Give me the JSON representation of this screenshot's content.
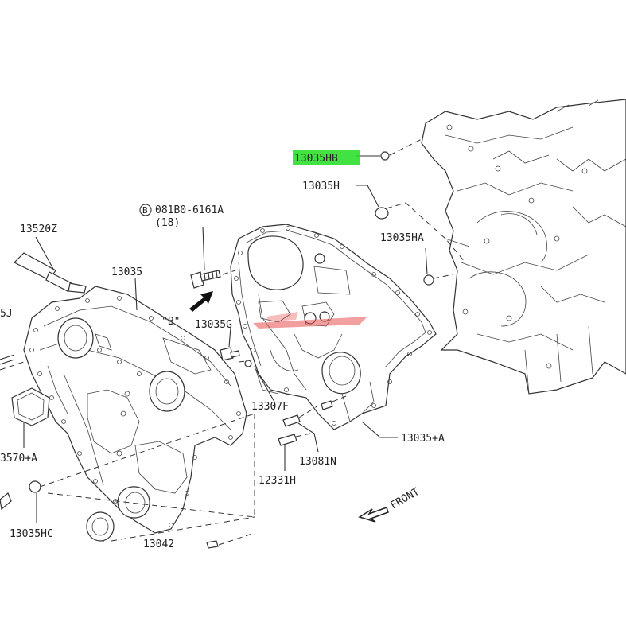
{
  "highlight_color": "#22dd22",
  "labels": {
    "p13035HB": "13035HB",
    "p13035H": "13035H",
    "p13035HA": "13035HA",
    "bolt_spec": "081B0-6161A",
    "bolt_qty": "(18)",
    "bolt_circle": "B",
    "p13520Z": "13520Z",
    "p13035": "13035",
    "view_b": "\"B\"",
    "p13035G": "13035G",
    "p5J": "5J",
    "p13307F": "13307F",
    "p13035A": "13035+A",
    "p13081N": "13081N",
    "p3570A": "3570+A",
    "p12331H": "12331H",
    "p13035HC": "13035HC",
    "p13042": "13042",
    "front": "FRONT"
  }
}
